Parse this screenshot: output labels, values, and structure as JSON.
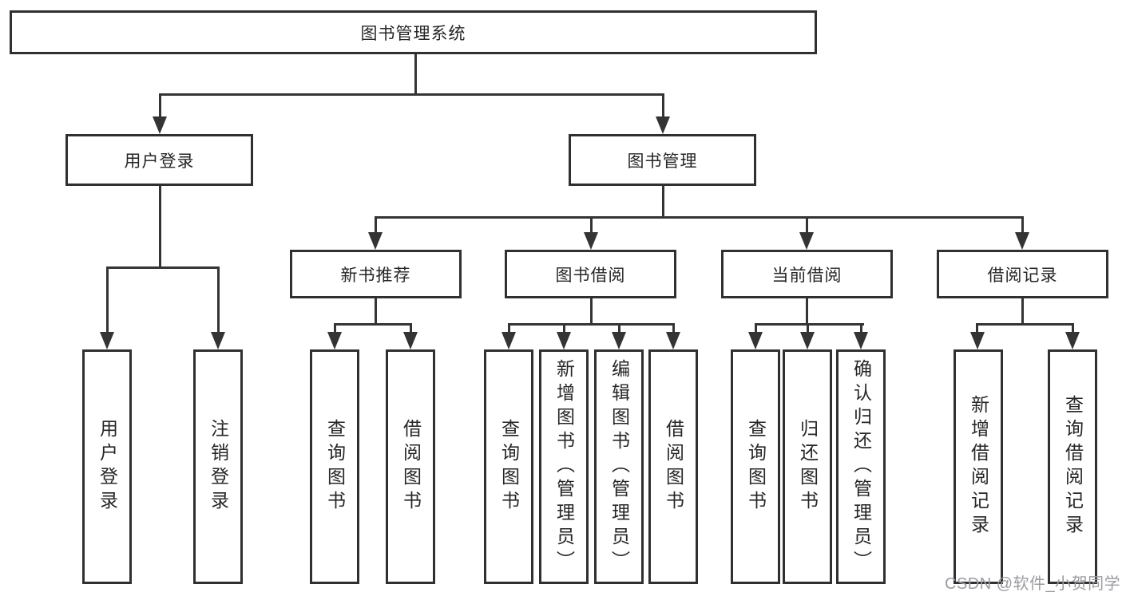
{
  "tree": {
    "label": "图书管理系统",
    "children": [
      {
        "label": "用户登录",
        "children": [
          {
            "label": "用户登录"
          },
          {
            "label": "注销登录"
          }
        ]
      },
      {
        "label": "图书管理",
        "children": [
          {
            "label": "新书推荐",
            "children": [
              {
                "label": "查询图书"
              },
              {
                "label": "借阅图书"
              }
            ]
          },
          {
            "label": "图书借阅",
            "children": [
              {
                "label": "查询图书"
              },
              {
                "label": "新增图书（管理员）"
              },
              {
                "label": "编辑图书（管理员）"
              },
              {
                "label": "借阅图书"
              }
            ]
          },
          {
            "label": "当前借阅",
            "children": [
              {
                "label": "查询图书"
              },
              {
                "label": "归还图书"
              },
              {
                "label": "确认归还（管理员）"
              }
            ]
          },
          {
            "label": "借阅记录",
            "children": [
              {
                "label": "新增借阅记录"
              },
              {
                "label": "查询借阅记录"
              }
            ]
          }
        ]
      }
    ]
  },
  "watermark": "CSDN @软件_小贺同学",
  "colors": {
    "line": "#343434",
    "border": "#303030",
    "box_fill": "#ffffff",
    "text": "#262626",
    "watermark": "#9b9ba1"
  }
}
